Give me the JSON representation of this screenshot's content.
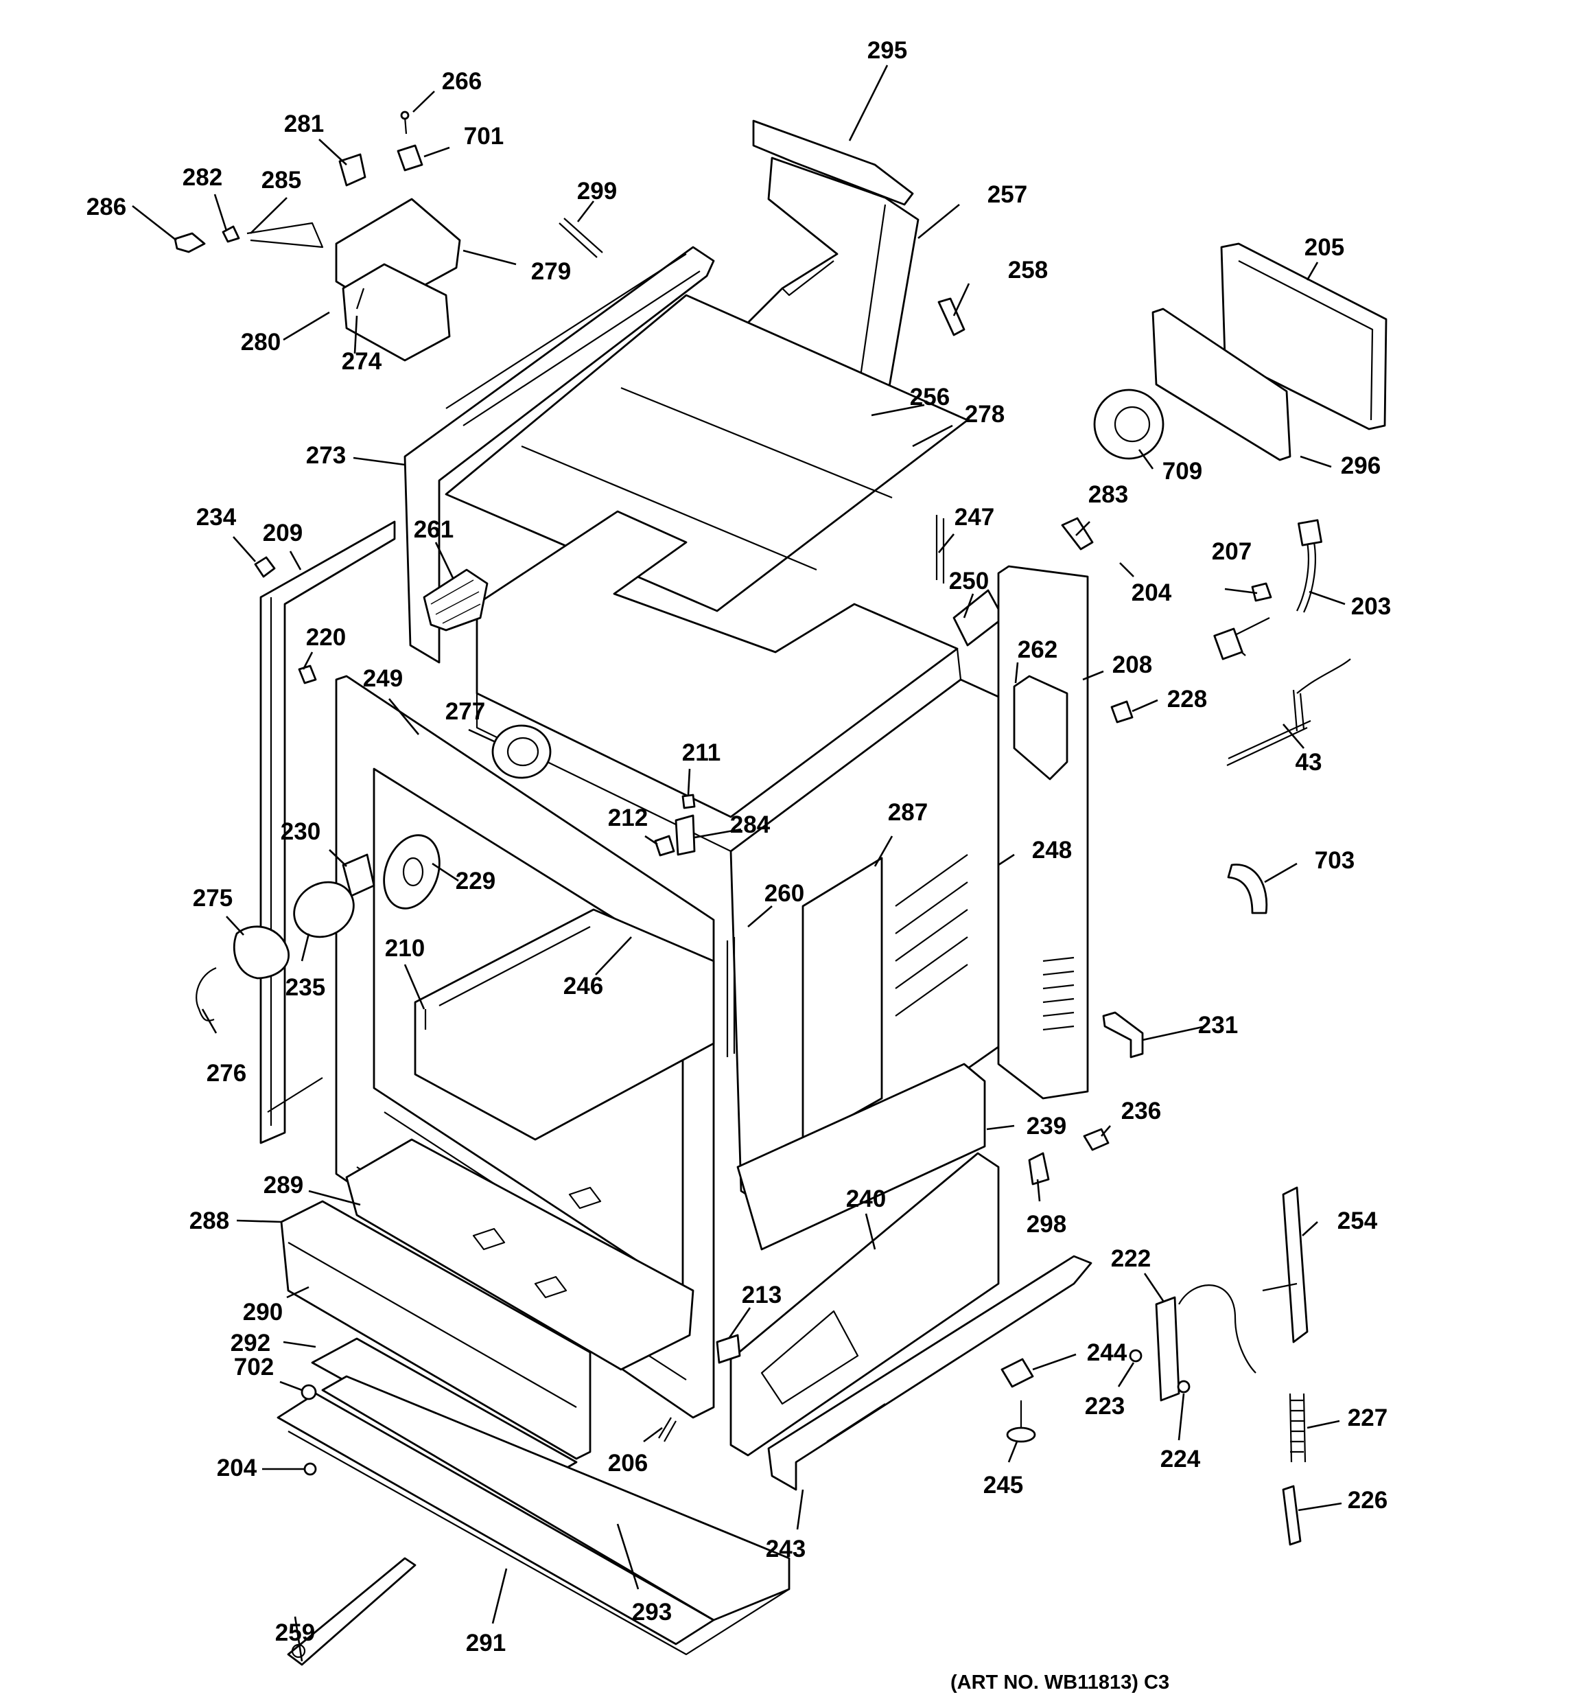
{
  "diagram": {
    "callouts": [
      "295",
      "266",
      "281",
      "701",
      "282",
      "285",
      "286",
      "299",
      "257",
      "279",
      "258",
      "205",
      "280",
      "274",
      "256",
      "278",
      "709",
      "296",
      "273",
      "234",
      "209",
      "261",
      "247",
      "283",
      "250",
      "204",
      "207",
      "203",
      "220",
      "262",
      "208",
      "228",
      "249",
      "277",
      "211",
      "43",
      "212",
      "284",
      "287",
      "230",
      "248",
      "703",
      "229",
      "275",
      "260",
      "210",
      "246",
      "235",
      "231",
      "276",
      "236",
      "239",
      "289",
      "298",
      "240",
      "254",
      "288",
      "222",
      "213",
      "290",
      "244",
      "292",
      "702",
      "223",
      "227",
      "206",
      "224",
      "204",
      "245",
      "226",
      "243",
      "293",
      "259",
      "291"
    ],
    "art_number": "(ART NO. WB11813) C3"
  }
}
